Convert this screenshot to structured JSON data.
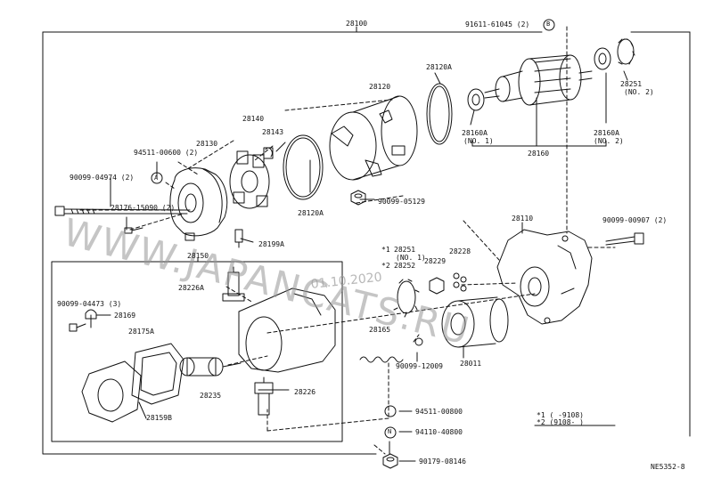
{
  "diagram": {
    "code": "NE5352-8",
    "watermark": "WWW.JAPANCATS.RU",
    "date_stamp": "01.10.2020",
    "labels": {
      "p28100": "28100",
      "p91611": "91611-61045 (2)",
      "ref_b_top": "B",
      "p28120A_top": "28120A",
      "p28120": "28120",
      "p28251_no2": "28251",
      "p28251_no2_sub": "(NO. 2)",
      "p28160A_no1": "28160A",
      "p28160A_no1_sub": "(NO. 1)",
      "p28160A_no2": "28160A",
      "p28160A_no2_sub": "(NO. 2)",
      "p28160": "28160",
      "p28140": "28140",
      "p28143": "28143",
      "p94511_00600": "94511-00600 (2)",
      "p28130": "28130",
      "p90099_04974": "90099-04974 (2)",
      "ref_a": "A",
      "p28176": "28176-15090 (2)",
      "p28120A_mid": "28120A",
      "p90099_05129": "90099-05129",
      "p28199A": "28199A",
      "p28110": "28110",
      "p90099_00907": "90099-00907 (2)",
      "p28150": "28150",
      "p28251_no1_mark": "*1",
      "p28251_no1": "28251",
      "p28251_no1_sub": "(NO. 1)",
      "p28252_mark": "*2",
      "p28252": "28252",
      "p28229": "28229",
      "p28228": "28228",
      "p28226A": "28226A",
      "p90099_04473": "90099-04473 (3)",
      "p28169": "28169",
      "p28175A": "28175A",
      "p28165": "28165",
      "p90099_12009": "90099-12009",
      "p28011": "28011",
      "p28235": "28235",
      "p28226": "28226",
      "p28159B": "28159B",
      "p94511_00800": "94511-00800",
      "ref_n": "N",
      "p94110_40800": "94110-40800",
      "p90179_08146": "90179-08146",
      "note1": "*1  (     -9108)",
      "note2": "*2  (9108-     )"
    }
  }
}
